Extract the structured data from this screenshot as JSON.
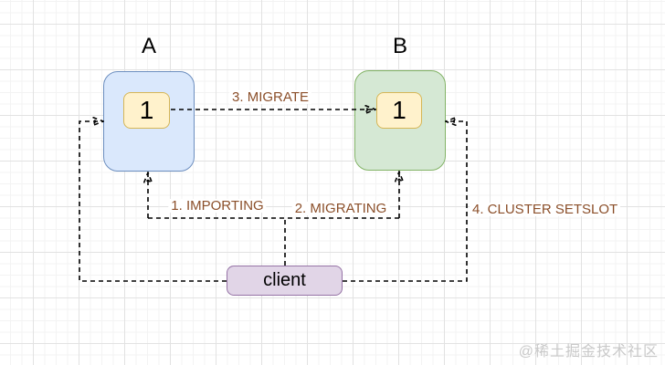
{
  "nodes": {
    "a": {
      "title": "A",
      "slot": "1"
    },
    "b": {
      "title": "B",
      "slot": "1"
    },
    "client": {
      "label": "client"
    }
  },
  "edge_labels": {
    "importing": "1. IMPORTING",
    "migrating": "2. MIGRATING",
    "migrate": "3. MIGRATE",
    "cluster_setslot": "4. CLUSTER SETSLOT"
  },
  "colors": {
    "node_a_fill": "#dae8fc",
    "node_a_border": "#6c8ebf",
    "node_b_fill": "#d5e8d4",
    "node_b_border": "#82b366",
    "slot_fill": "#fff2cc",
    "slot_border": "#d6b656",
    "client_fill": "#e1d5e7",
    "client_border": "#9673a6",
    "edge_line": "#000000",
    "edge_label_text": "#8b4f2a",
    "grid_major": "#e2e2e2",
    "grid_minor": "#f3f3f3"
  },
  "watermark": "@稀土掘金技术社区"
}
